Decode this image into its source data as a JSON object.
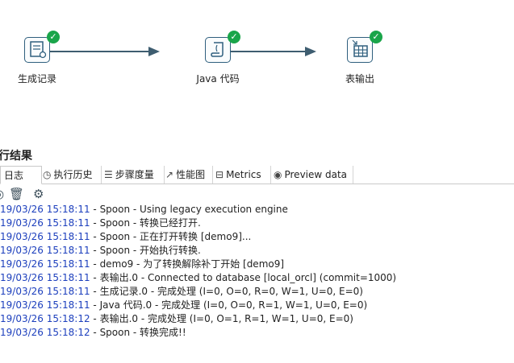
{
  "canvas": {
    "steps": [
      {
        "label": "生成记录",
        "icon": "generate-rows-icon"
      },
      {
        "label": "Java 代码",
        "icon": "java-code-icon"
      },
      {
        "label": "表输出",
        "icon": "table-output-icon"
      }
    ],
    "status_icon": "check-icon"
  },
  "panel": {
    "title": "行结果",
    "tabs": [
      {
        "label": "日志",
        "icon": "log-icon"
      },
      {
        "label": "执行历史",
        "icon": "history-icon"
      },
      {
        "label": "步骤度量",
        "icon": "step-metrics-icon"
      },
      {
        "label": "性能图",
        "icon": "performance-graph-icon"
      },
      {
        "label": "Metrics",
        "icon": "metrics-icon"
      },
      {
        "label": "Preview data",
        "icon": "preview-icon"
      }
    ],
    "toolbar": [
      {
        "icon": "stop-icon"
      },
      {
        "icon": "trash-icon"
      },
      {
        "icon": "settings-gear-icon"
      }
    ]
  },
  "log_lines": [
    {
      "ts": "19/03/26 15:18:11",
      "msg": " - Spoon - Using legacy execution engine"
    },
    {
      "ts": "19/03/26 15:18:11",
      "msg": " - Spoon - 转换已经打开."
    },
    {
      "ts": "19/03/26 15:18:11",
      "msg": " - Spoon - 正在打开转换 [demo9]..."
    },
    {
      "ts": "19/03/26 15:18:11",
      "msg": " - Spoon - 开始执行转换."
    },
    {
      "ts": "19/03/26 15:18:11",
      "msg": " - demo9 - 为了转换解除补丁开始  [demo9]"
    },
    {
      "ts": "19/03/26 15:18:11",
      "msg": " - 表输出.0 - Connected to database [local_orcl] (commit=1000)"
    },
    {
      "ts": "19/03/26 15:18:11",
      "msg": " - 生成记录.0 - 完成处理 (I=0, O=0, R=0, W=1, U=0, E=0)"
    },
    {
      "ts": "19/03/26 15:18:11",
      "msg": " - Java 代码.0 - 完成处理 (I=0, O=0, R=1, W=1, U=0, E=0)"
    },
    {
      "ts": "19/03/26 15:18:12",
      "msg": " - 表输出.0 - 完成处理 (I=0, O=1, R=1, W=1, U=0, E=0)"
    },
    {
      "ts": "19/03/26 15:18:12",
      "msg": " - Spoon - 转换完成!!"
    }
  ]
}
